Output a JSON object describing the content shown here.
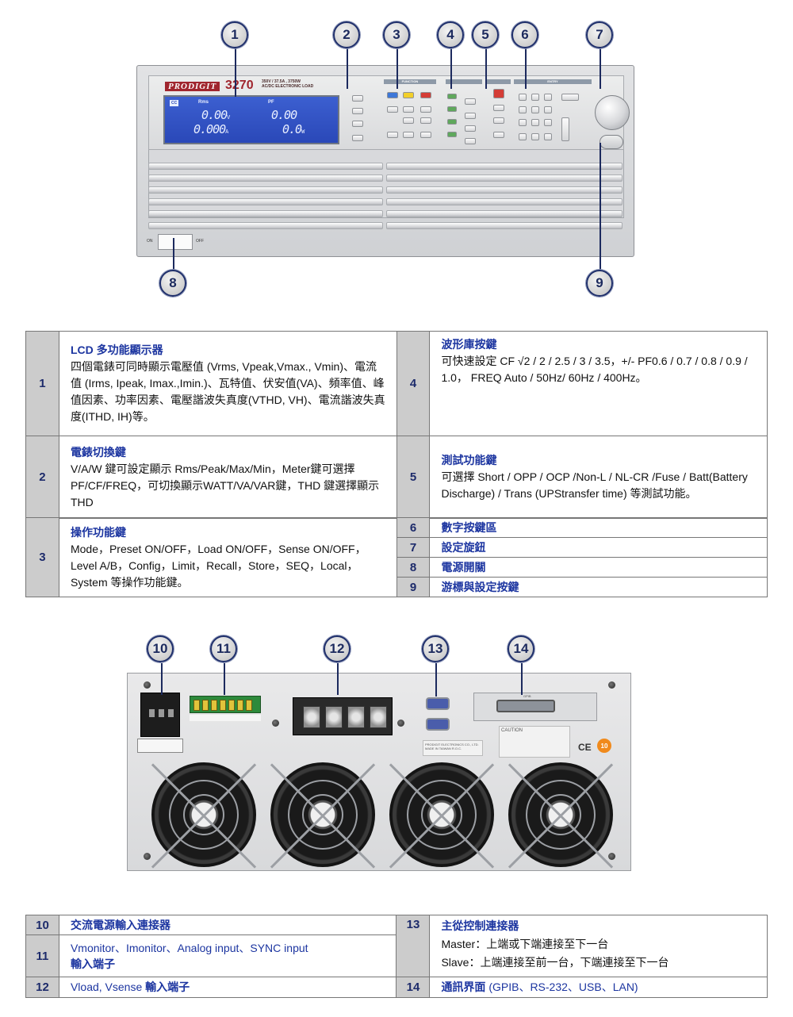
{
  "front_panel": {
    "brand": "PRODIGIT",
    "model": "3270",
    "spec_line1": "350V / 37.5A , 3750W",
    "spec_line2": "AC/DC ELECTRONIC LOAD",
    "lcd": {
      "mode_tag": "CC",
      "label_left": "Rms",
      "label_right": "PF",
      "reading_v": "0.00",
      "unit_v": "V",
      "reading_a": "0.000",
      "unit_a": "A",
      "reading_pf": "0.00",
      "reading_w": "0.0",
      "unit_w": "W"
    },
    "group_function": "FUNCTION",
    "group_entry": "ENTRY",
    "switch_on": "ON",
    "switch_off": "OFF"
  },
  "front_callouts": [
    "1",
    "2",
    "3",
    "4",
    "5",
    "6",
    "7",
    "8",
    "9"
  ],
  "front_table": {
    "rows": [
      {
        "num": "1",
        "title": "LCD 多功能顯示器",
        "body": "四個電錶可同時顯示電壓值 (Vrms, Vpeak,Vmax., Vmin)、電流值 (Irms, Ipeak, Imax.,Imin.)、瓦特值、伏安值(VA)、頻率值、峰值因素、功率因素、電壓諧波失真度(VTHD, VH)、電流諧波失真度(ITHD, IH)等。"
      },
      {
        "num": "2",
        "title": "電錶切換鍵",
        "body": "V/A/W 鍵可設定顯示 Rms/Peak/Max/Min，Meter鍵可選擇 PF/CF/FREQ，可切換顯示WATT/VA/VAR鍵，THD 鍵選擇顯示 THD"
      },
      {
        "num": "3",
        "title": "操作功能鍵",
        "body": "Mode，Preset ON/OFF，Load ON/OFF，Sense ON/OFF，Level A/B，Config，Limit，Recall，Store，SEQ，Local，System 等操作功能鍵。"
      },
      {
        "num": "4",
        "title": "波形庫按鍵",
        "body": "可快速設定 CF √2 / 2 / 2.5 / 3 / 3.5，+/- PF0.6 / 0.7 / 0.8 / 0.9 / 1.0， FREQ Auto / 50Hz/ 60Hz / 400Hz。"
      },
      {
        "num": "5",
        "title": "測試功能鍵",
        "body": "可選擇 Short / OPP / OCP /Non-L / NL-CR /Fuse / Batt(Battery Discharge) / Trans (UPStransfer time) 等測試功能。"
      },
      {
        "num": "6",
        "title": "數字按鍵區"
      },
      {
        "num": "7",
        "title": "設定旋鈕"
      },
      {
        "num": "8",
        "title": "電源開關"
      },
      {
        "num": "9",
        "title": "游標與設定按鍵"
      }
    ]
  },
  "rear_panel": {
    "gpib_label": "GPIB",
    "caution_label": "CAUTION",
    "maker_label": "PRODIGIT ELECTRONICS CO., LTD. MADE IN TAIWAN R.O.C.",
    "ce_mark": "CE",
    "badge_number": "10"
  },
  "rear_callouts": [
    "10",
    "11",
    "12",
    "13",
    "14"
  ],
  "rear_table": {
    "r10_num": "10",
    "r10_text": "交流電源輸入連接器",
    "r11_num": "11",
    "r11_text_line1": "Vmonitor、Imonitor、Analog input、SYNC input",
    "r11_text_line2": "輸入端子",
    "r12_num": "12",
    "r12_text_plain": "Vload, Vsense ",
    "r12_text_bold": "輸入端子",
    "r13_num": "13",
    "r13_title": "主從控制連接器",
    "r13_line1": "Master：上端或下端連接至下一台",
    "r13_line2": "Slave：上端連接至前一台，下端連接至下一台",
    "r14_num": "14",
    "r14_title": "通訊界面",
    "r14_paren": " (GPIB、RS-232、USB、LAN)"
  }
}
